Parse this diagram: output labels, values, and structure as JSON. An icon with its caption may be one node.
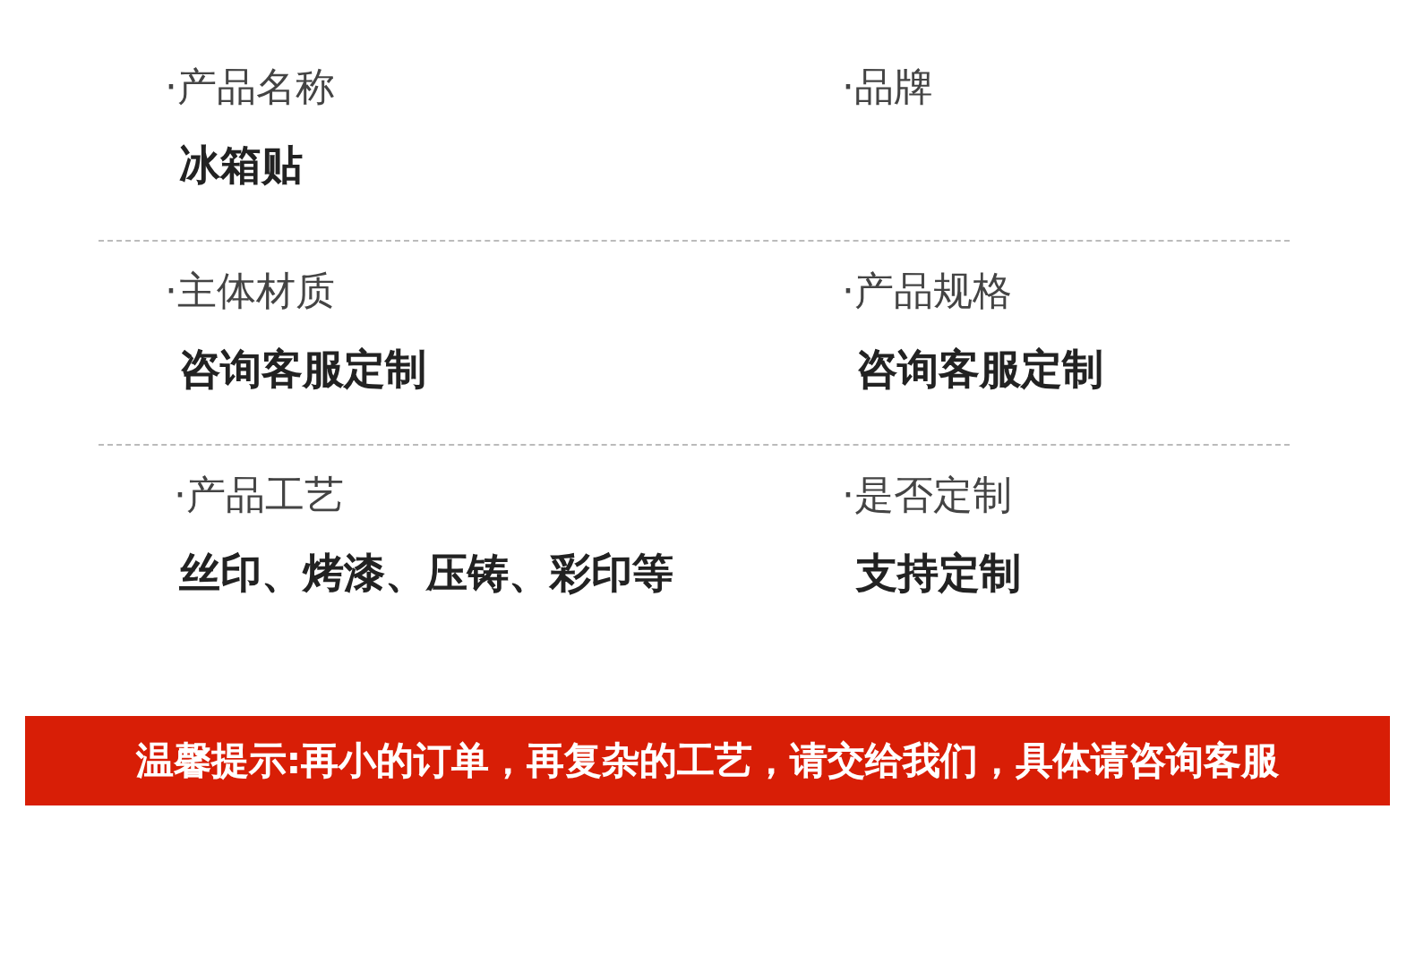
{
  "diagram": {
    "labels": [
      "·产品名称",
      "·品牌",
      "冰箱贴",
      "·主体材质",
      "·产品规格",
      "咨询客服定制",
      "咨询客服定制",
      "·产品工艺",
      "·是否定制",
      "丝印、烤漆、压铸、彩印等",
      "支持定制",
      "温馨提示:再小的订单，再复杂的工艺，请交给我们，具体请咨询客服"
    ]
  }
}
